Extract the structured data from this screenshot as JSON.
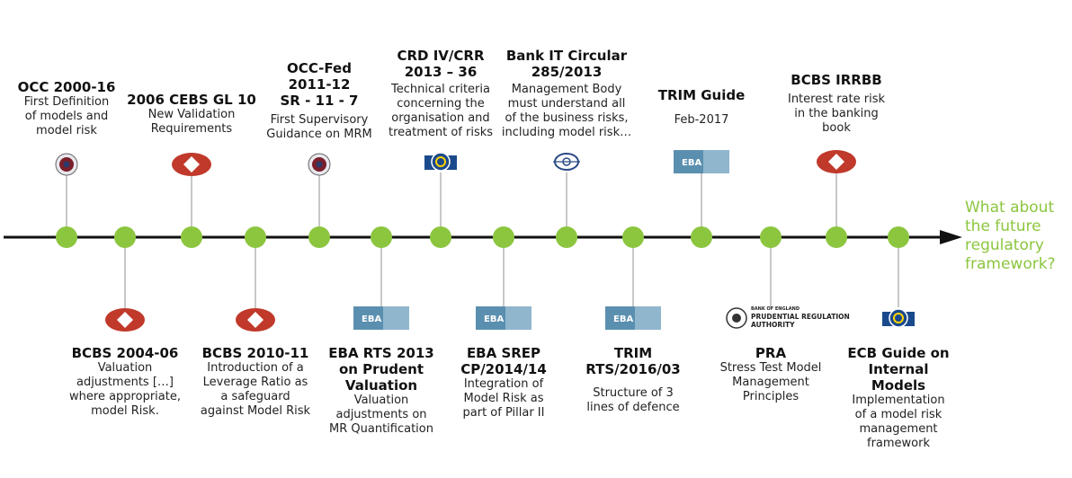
{
  "colors": {
    "axis": "#111111",
    "node": "#8cc63f",
    "connector": "#b5b5b5",
    "bcbs_logo": "#c0392b",
    "eba_logo": "#5b8fb0",
    "ecb_logo": "#1a4a8c",
    "future_text": "#8cc63f"
  },
  "future_note": [
    "What about",
    "the future",
    "regulatory",
    "framework?"
  ],
  "events": [
    {
      "title": [
        "OCC 2000-16"
      ],
      "text": [
        "First Definition",
        "of models and",
        "model risk"
      ],
      "logo": "occ-seal-icon",
      "side": "top"
    },
    {
      "title": [
        "BCBS 2004-06"
      ],
      "text": [
        "Valuation",
        "adjustments […]",
        "where appropriate,",
        "model Risk."
      ],
      "logo": "bcbs-logo-icon",
      "side": "bottom"
    },
    {
      "title": [
        "2006 CEBS GL 10"
      ],
      "text": [
        "New Validation",
        "Requirements"
      ],
      "logo": "bcbs-logo-icon",
      "side": "top"
    },
    {
      "title": [
        "BCBS 2010-11"
      ],
      "text": [
        "Introduction of a",
        "Leverage Ratio as",
        "a safeguard",
        "against Model Risk"
      ],
      "logo": "bcbs-logo-icon",
      "side": "bottom"
    },
    {
      "title": [
        "OCC-Fed",
        "2011-12",
        "SR - 11 - 7"
      ],
      "text": [
        "First Supervisory",
        "Guidance on MRM"
      ],
      "logo": "occ-seal-icon",
      "side": "top"
    },
    {
      "title": [
        "EBA RTS 2013",
        "on Prudent",
        "Valuation"
      ],
      "text": [
        "Valuation",
        "adjustments on",
        "MR Quantification"
      ],
      "logo": "eba-logo-icon",
      "logo_text": "EBA",
      "side": "bottom"
    },
    {
      "title": [
        "CRD IV/CRR",
        "2013 – 36"
      ],
      "text": [
        "Technical criteria",
        "concerning the",
        "organisation and",
        "treatment of risks"
      ],
      "logo": "ecb-logo-icon",
      "side": "top"
    },
    {
      "title": [
        "EBA SREP",
        "CP/2014/14"
      ],
      "text": [
        "Integration of",
        "Model Risk as",
        "part of Pillar II"
      ],
      "logo": "eba-logo-icon",
      "logo_text": "EBA",
      "side": "bottom"
    },
    {
      "title": [
        "Bank IT Circular",
        "285/2013"
      ],
      "text": [
        "Management Body",
        "must understand all",
        "of the business risks,",
        "including model risk…"
      ],
      "logo": "bank-of-italy-logo-icon",
      "side": "top"
    },
    {
      "title": [
        "TRIM",
        "RTS/2016/03"
      ],
      "text": [
        "Structure of 3",
        "lines of defence"
      ],
      "logo": "eba-logo-icon",
      "logo_text": "EBA",
      "side": "bottom"
    },
    {
      "title": [
        "TRIM Guide"
      ],
      "text": [
        "Feb-2017"
      ],
      "logo": "eba-logo-icon",
      "logo_text": "EBA",
      "side": "top"
    },
    {
      "title": [
        "PRA"
      ],
      "text": [
        "Stress Test Model",
        "Management",
        "Principles"
      ],
      "logo": "pra-logo-icon",
      "logo_text": [
        "BANK OF ENGLAND",
        "PRUDENTIAL REGULATION",
        "AUTHORITY"
      ],
      "side": "bottom"
    },
    {
      "title": [
        "BCBS IRRBB"
      ],
      "text": [
        "Interest rate risk",
        "in the banking",
        "book"
      ],
      "logo": "bcbs-logo-icon",
      "side": "top"
    },
    {
      "title": [
        "ECB Guide on",
        "Internal",
        "Models"
      ],
      "text": [
        "Implementation",
        "of a model risk",
        "management",
        "framework"
      ],
      "logo": "ecb-logo-icon",
      "side": "bottom"
    }
  ]
}
